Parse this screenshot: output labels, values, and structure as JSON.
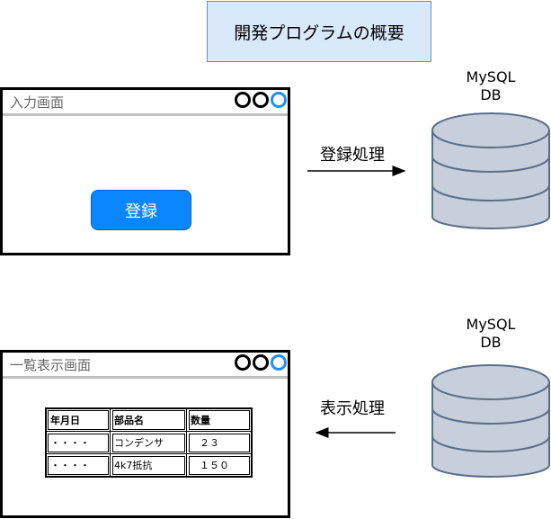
{
  "title": "開発プログラムの概要",
  "input_window": {
    "title": "入力画面",
    "register_button": "登録"
  },
  "list_window": {
    "title": "一覧表示画面",
    "table": {
      "headers": [
        "年月日",
        "部品名",
        "数量"
      ],
      "rows": [
        [
          "・・・・",
          "コンデンサ",
          "２３"
        ],
        [
          "・・・・",
          "4k7抵抗",
          "１５０"
        ]
      ]
    }
  },
  "db_top": {
    "label_line1": "MySQL",
    "label_line2": "DB"
  },
  "db_bottom": {
    "label_line1": "MySQL",
    "label_line2": "DB"
  },
  "process_register": "登録処理",
  "process_display": "表示処理",
  "colors": {
    "title_fill": "#dae8fc",
    "title_border": "#6c8ebf",
    "button": "#0a86ff",
    "db_fill": "#c8cfdc",
    "db_stroke": "#5b6d8a"
  }
}
